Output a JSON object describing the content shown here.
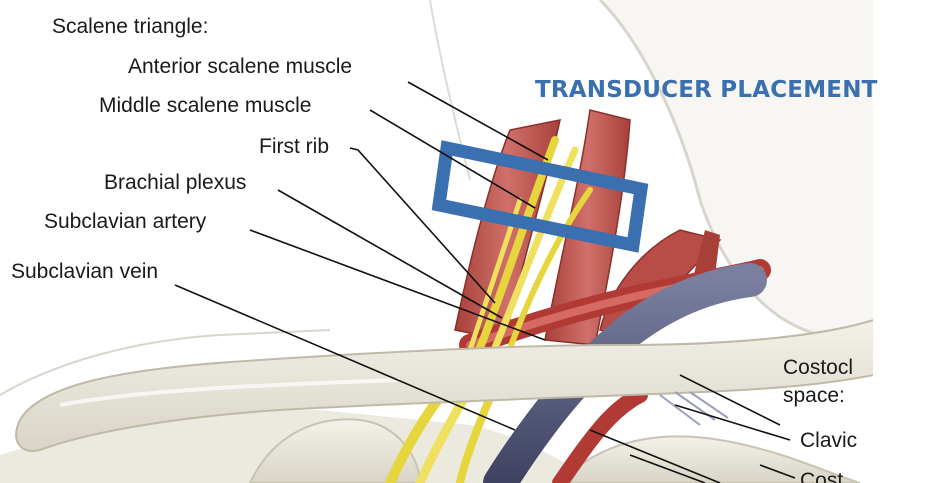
{
  "headline": "TRANSDUCER PLACEMENT",
  "labels": {
    "scalene_triangle": "Scalene triangle:",
    "anterior_scalene": "Anterior scalene muscle",
    "middle_scalene": "Middle scalene muscle",
    "first_rib": "First rib",
    "brachial_plexus": "Brachial plexus",
    "subclavian_artery": "Subclavian artery",
    "subclavian_vein": "Subclavian vein",
    "costoclavicular_1": "Costocl",
    "costoclavicular_2": "space:",
    "clavicle": "Clavic",
    "costal": "Cost"
  },
  "colors": {
    "headline": "#3a6fb0",
    "transducer_box": "#3a6fb0",
    "muscle": "#c0504d",
    "nerve": "#e8d84a",
    "vein": "#5a5f80",
    "bone": "#eeebe0"
  }
}
